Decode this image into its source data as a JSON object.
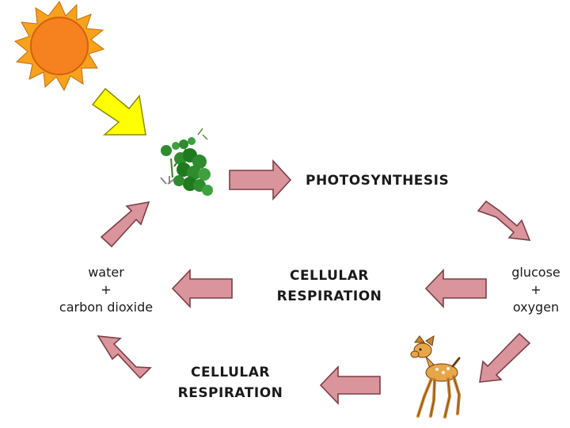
{
  "diagram": {
    "labels": {
      "photosynthesis": "PHOTOSYNTHESIS",
      "cellular_respiration_middle": [
        "CELLULAR",
        "RESPIRATION"
      ],
      "cellular_respiration_bottom": [
        "CELLULAR",
        "RESPIRATION"
      ],
      "glucose_oxygen": [
        "glucose",
        "+",
        "oxygen"
      ],
      "water_co2": [
        "water",
        "+",
        "carbon dioxide"
      ]
    },
    "colors": {
      "arrow_fill": "#d9959b",
      "arrow_stroke": "#7a3f45",
      "sun_arrow_fill": "#ffff00",
      "sun_arrow_stroke": "#8a8a00",
      "sun_core": "#f5821f",
      "sun_rays": "#f6a21c",
      "plant_green": "#2e8b2e",
      "fawn": "#e8a64a"
    },
    "icons": [
      "sun-icon",
      "plant-icon",
      "fawn-icon"
    ]
  }
}
